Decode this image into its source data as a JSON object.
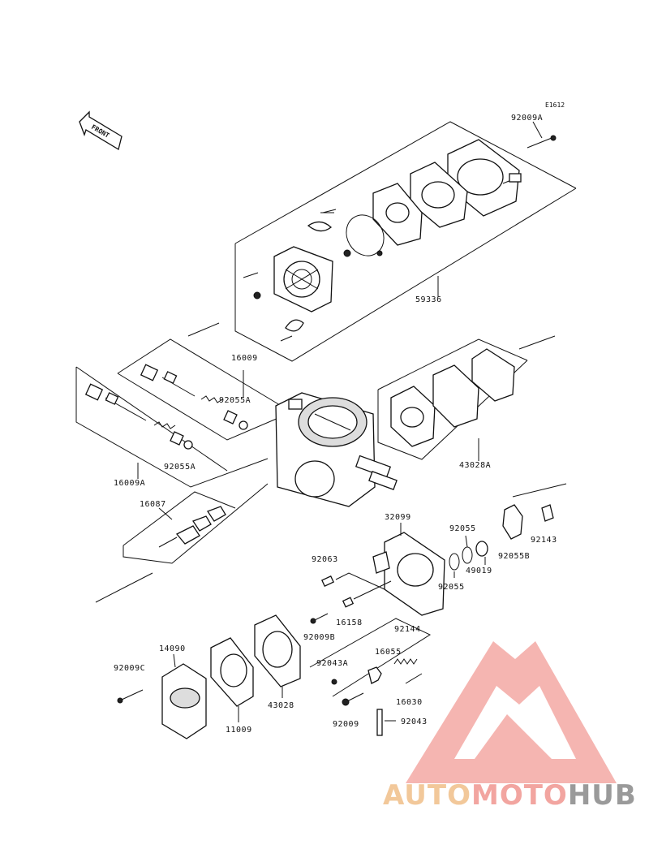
{
  "diagram": {
    "code": "E1612",
    "front_label": "FRONT",
    "parts": {
      "p92009A": "92009A",
      "p59336": "59336",
      "p16009": "16009",
      "p92055A_top": "92055A",
      "p92055A_left": "92055A",
      "p16009A": "16009A",
      "p43028A": "43028A",
      "p16087": "16087",
      "p32099": "32099",
      "p92055_top": "92055",
      "p92055_mid": "92055",
      "p49019": "49019",
      "p92055B": "92055B",
      "p92143": "92143",
      "p92063": "92063",
      "p16158": "16158",
      "p92009B": "92009B",
      "p92144": "92144",
      "p14090": "14090",
      "p92009C": "92009C",
      "p92043A": "92043A",
      "p16055": "16055",
      "p16030": "16030",
      "p43028": "43028",
      "p11009": "11009",
      "p92009": "92009",
      "p92043": "92043"
    }
  },
  "watermark": {
    "part1": "AUTO",
    "part2": "MOTO",
    "part3": "HUB",
    "colors": {
      "auto": "#f2c89a",
      "moto": "#f2a5a0",
      "hub": "#9a9a9a",
      "logo": "#f4a9a4"
    }
  }
}
